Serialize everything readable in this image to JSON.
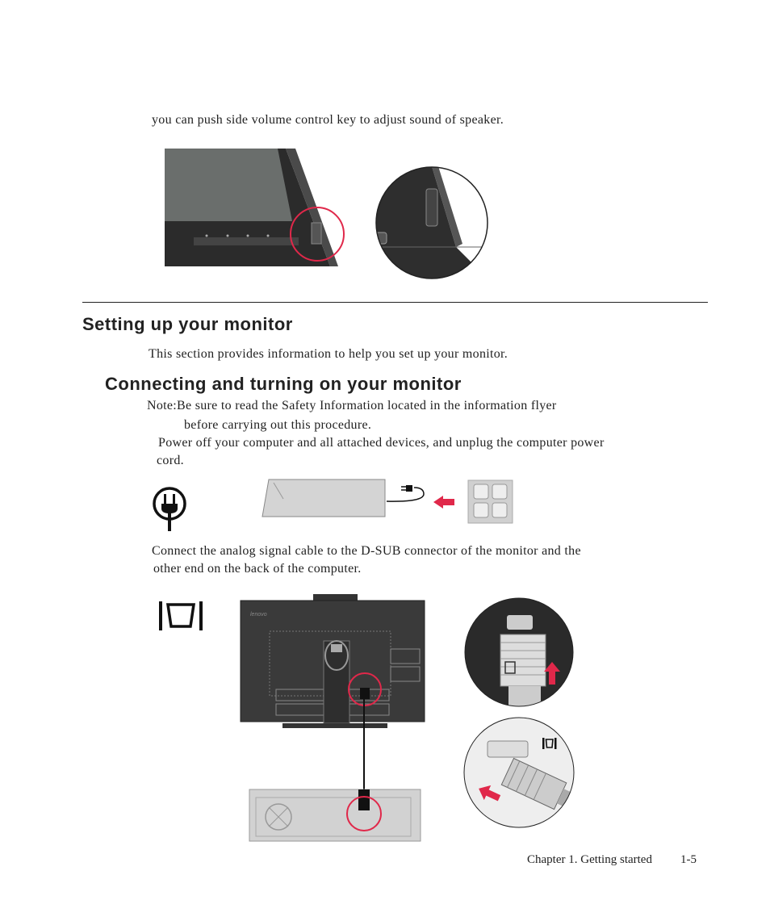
{
  "intro_text": "you can push side volume control key to adjust sound of speaker.",
  "section_heading": "Setting up your monitor",
  "section_intro": "This section provides information to help you set up your monitor.",
  "subsection_heading": "Connecting and turning on your monitor",
  "note_line1": "Note:Be sure to read the Safety Information located in the information flyer",
  "note_line2": "before carrying out this procedure.",
  "step1_line1": "Power off your computer and all attached devices, and unplug the computer power",
  "step1_line2": "cord.",
  "step2_line1": "Connect the analog signal cable to the D-SUB connector of the monitor and the",
  "step2_line2": "other end on the back of the computer.",
  "monitor_brand_logo": "lenovo",
  "footer_chapter": "Chapter 1. Getting started",
  "footer_page": "1-5",
  "colors": {
    "highlight_red": "#e0284a",
    "monitor_dark": "#3a3a3a",
    "device_gray": "#d4d4d4"
  }
}
